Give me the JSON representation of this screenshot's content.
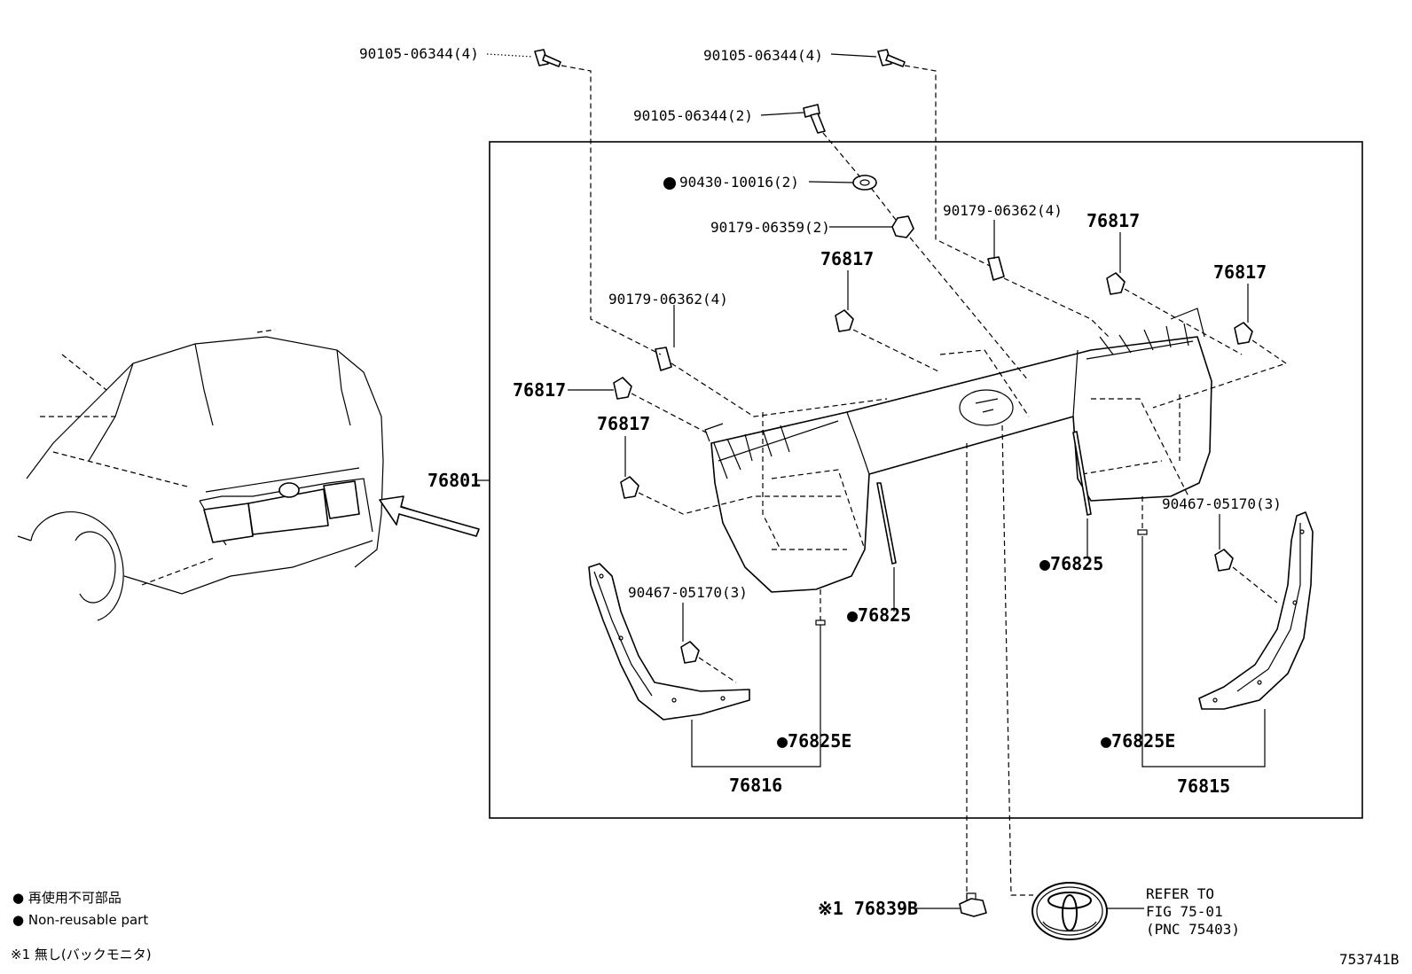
{
  "callouts": {
    "bolt_top_left": "90105-06344(4)",
    "bolt_top_right": "90105-06344(4)",
    "bolt_middle": "90105-06344(2)",
    "washer": "90430-10016(2)",
    "nut": "90179-06359(2)",
    "clip_nut_right": "90179-06362(4)",
    "clip_nut_left": "90179-06362(4)",
    "retainer_center": "76817",
    "retainer_right_a": "76817",
    "retainer_right_b": "76817",
    "retainer_left_a": "76817",
    "retainer_left_b": "76817",
    "garnish_assy": "76801",
    "seal_left": "●76825",
    "seal_right": "●76825",
    "clip_right": "90467-05170(3)",
    "clip_left": "90467-05170(3)",
    "tape_left": "●76825E",
    "tape_right": "●76825E",
    "garnish_left": "76816",
    "garnish_right": "76815",
    "camera_cover": "※1 76839B",
    "refer_line1": "REFER TO",
    "refer_line2": "FIG 75-01",
    "refer_line3": "(PNC 75403)"
  },
  "legend": {
    "line1": "● 再使用不可部品",
    "line2": "● Non-reusable part",
    "line3": "※1  無し(バックモニタ)"
  },
  "figure_id": "753741B",
  "icons": [
    "car-rear-view-icon",
    "arrow-icon",
    "bolt-icon",
    "washer-icon",
    "nut-icon",
    "clip-nut-icon",
    "retainer-clip-icon",
    "toyota-emblem-icon",
    "non-reusable-dot-icon"
  ]
}
